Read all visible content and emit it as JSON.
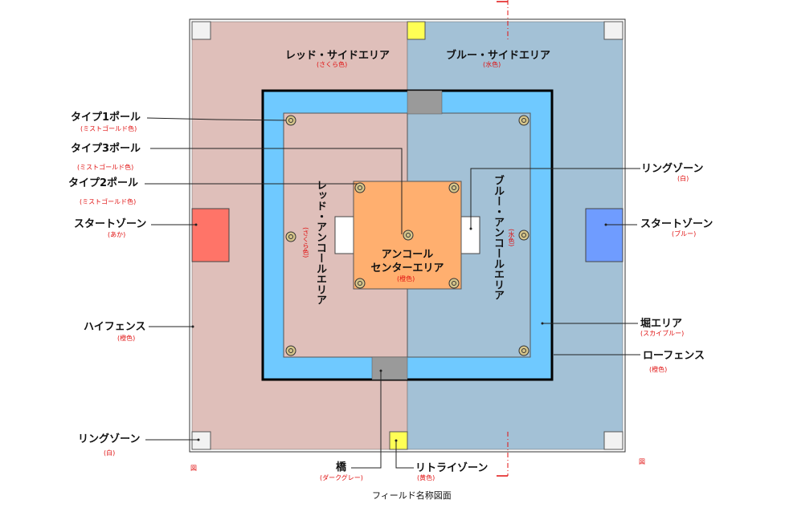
{
  "zones": {
    "red_side": {
      "name": "レッド・サイドエリア",
      "color_note": "(さくら色)"
    },
    "blue_side": {
      "name": "ブルー・サイドエリア",
      "color_note": "(水色)"
    },
    "red_anchor": {
      "name": "レッド・アンコールエリア",
      "color_note": "(さくら色)"
    },
    "blue_anchor": {
      "name": "ブルー・アンコールエリア",
      "color_note": "(水色)"
    },
    "anchor_center": {
      "line1": "アンコール",
      "line2": "センターエリア",
      "color_note": "(橙色)"
    }
  },
  "labels": {
    "type1_pole": {
      "name": "タイプ1ポール",
      "note": "(ミストゴールド色)"
    },
    "type3_pole": {
      "name": "タイプ3ポール",
      "note": "(ミストゴールド色)"
    },
    "type2_pole": {
      "name": "タイプ2ポール",
      "note": "(ミストゴールド色)"
    },
    "start_red": {
      "name": "スタートゾーン",
      "note": "(あか)"
    },
    "high_fence": {
      "name": "ハイフェンス",
      "note": "(橙色)"
    },
    "ring_zone_left": {
      "name": "リングゾーン",
      "note": "(白)"
    },
    "ring_zone_right": {
      "name": "リングゾーン",
      "note": "(白)"
    },
    "start_blue": {
      "name": "スタートゾーン",
      "note": "(ブルー)"
    },
    "moat": {
      "name": "堀エリア",
      "note": "(スカイブルー)"
    },
    "low_fence": {
      "name": "ローフェンス",
      "note": "(橙色)"
    },
    "bridge": {
      "name": "橋",
      "note": "(ダークグレー)"
    },
    "retry_zone": {
      "name": "リトライゾーン",
      "note": "(黄色)"
    }
  },
  "caption": "フィールド名称図面",
  "marks": {
    "left": "図",
    "right": "図"
  },
  "colors": {
    "red_side": "#dfbfba",
    "blue_side": "#a3c1d6",
    "moat": "#6fc9ff",
    "anchor_center": "#ffaf6f",
    "start_red": "#ff7468",
    "start_blue": "#6f9cff",
    "bridge": "#9a9a9a",
    "retry": "#ffff55",
    "ring": "#f2f2f2",
    "pole": "#d6c58a",
    "note": "#e01010"
  }
}
